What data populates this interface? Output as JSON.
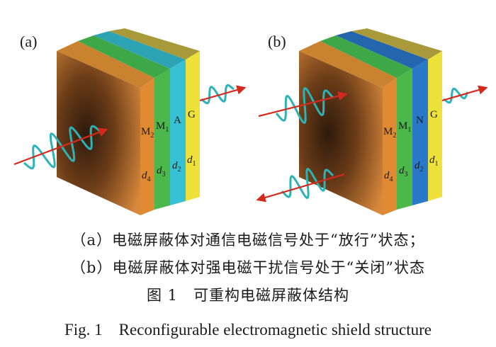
{
  "panels": [
    {
      "id": "a",
      "label": "(a)",
      "layers": [
        {
          "name": "M",
          "sub": "2",
          "thickness": "d",
          "tsub": "4",
          "color": "#e08a34"
        },
        {
          "name": "M",
          "sub": "1",
          "thickness": "d",
          "tsub": "3",
          "color": "#4cb84c"
        },
        {
          "name": "A",
          "sub": "",
          "thickness": "d",
          "tsub": "2",
          "color": "#38c0d4"
        },
        {
          "name": "G",
          "sub": "",
          "thickness": "d",
          "tsub": "1",
          "color": "#eee23a"
        }
      ]
    },
    {
      "id": "b",
      "label": "(b)",
      "layers": [
        {
          "name": "M",
          "sub": "2",
          "thickness": "d",
          "tsub": "4",
          "color": "#e08a34"
        },
        {
          "name": "M",
          "sub": "1",
          "thickness": "d",
          "tsub": "3",
          "color": "#4cb84c"
        },
        {
          "name": "N",
          "sub": "",
          "thickness": "d",
          "tsub": "2",
          "color": "#2a78c8"
        },
        {
          "name": "G",
          "sub": "",
          "thickness": "d",
          "tsub": "1",
          "color": "#eee23a"
        }
      ]
    }
  ],
  "colors": {
    "wave": "#2bb3b8",
    "arrow": "#d42a1e",
    "top_face": "#a89a3a",
    "front_face_edge": "#c8823c",
    "front_face_dark": "#3a2010"
  },
  "caption": {
    "line_a": "（a）电磁屏蔽体对通信电磁信号处于“放行”状态；",
    "line_b": "（b）电磁屏蔽体对强电磁干扰信号处于“关闭”状态",
    "figure_zh": "图 1　可重构电磁屏蔽体结构",
    "figure_en": "Fig. 1　Reconfigurable electromagnetic shield structure"
  }
}
